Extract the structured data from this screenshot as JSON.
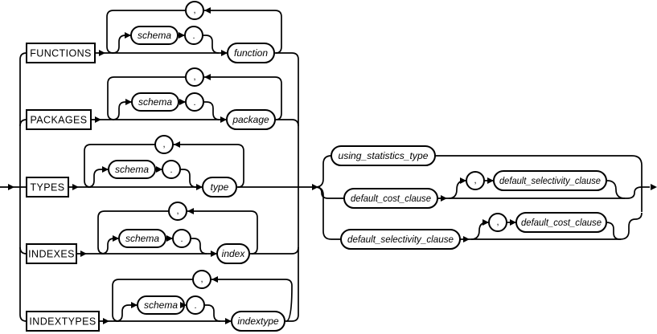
{
  "diagram": {
    "schema_label": "schema",
    "comma": ",",
    "dot": ".",
    "rows": [
      {
        "keyword": "FUNCTIONS",
        "object": "function"
      },
      {
        "keyword": "PACKAGES",
        "object": "package"
      },
      {
        "keyword": "TYPES",
        "object": "type"
      },
      {
        "keyword": "INDEXES",
        "object": "index"
      },
      {
        "keyword": "INDEXTYPES",
        "object": "indextype"
      }
    ],
    "clauses": {
      "using": "using_statistics_type",
      "cost": "default_cost_clause",
      "selectivity": "default_selectivity_clause"
    }
  }
}
